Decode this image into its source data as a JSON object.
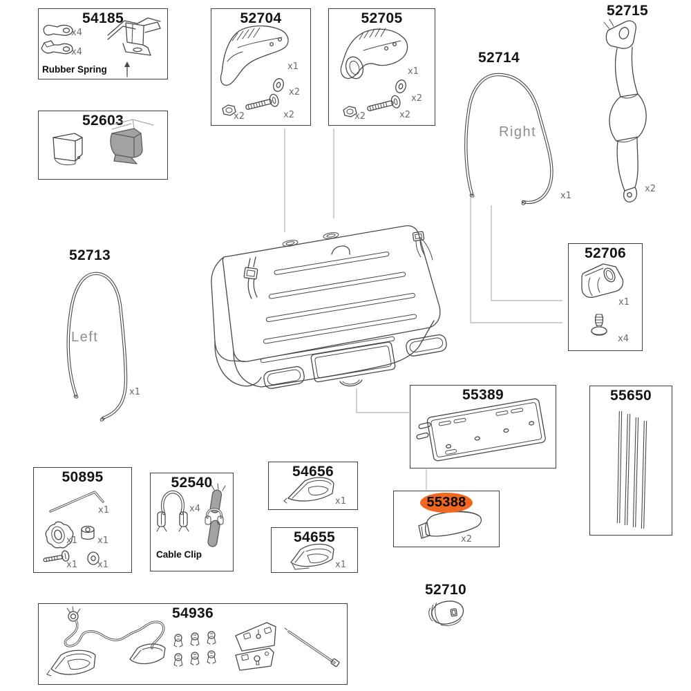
{
  "palette": {
    "highlight_orange": "#F2671F",
    "line_dark": "#474747",
    "connector_gray": "#BDBDBD",
    "qty_gray": "#6B6B6B"
  },
  "parts": {
    "p54185": {
      "number": "54185",
      "qty_a": "x4",
      "qty_b": "x4",
      "caption": "Rubber Spring"
    },
    "p52603": {
      "number": "52603"
    },
    "p52704": {
      "number": "52704",
      "qty_cover": "x1",
      "qty_washer": "x2",
      "qty_bolt": "x2",
      "qty_nut": "x2"
    },
    "p52705": {
      "number": "52705",
      "qty_cover": "x1",
      "qty_washer": "x2",
      "qty_bolt": "x2",
      "qty_nut": "x2"
    },
    "p52713": {
      "number": "52713",
      "side": "Left",
      "qty": "x1"
    },
    "p52714": {
      "number": "52714",
      "side": "Right",
      "qty": "x1"
    },
    "p52715": {
      "number": "52715",
      "qty": "x2"
    },
    "p52706": {
      "number": "52706",
      "qty_bracket": "x1",
      "qty_screw": "x4"
    },
    "p55389": {
      "number": "55389"
    },
    "p55650": {
      "number": "55650"
    },
    "p50895": {
      "number": "50895",
      "qty_hexkey": "x1",
      "qty_knob": "x1",
      "qty_spacer": "x1",
      "qty_bolt": "x1",
      "qty_washer": "x1"
    },
    "p52540": {
      "number": "52540",
      "qty_clip": "x4",
      "caption": "Cable Clip"
    },
    "p54656": {
      "number": "54656",
      "qty": "x1"
    },
    "p54655": {
      "number": "54655",
      "qty": "x1"
    },
    "p55388": {
      "number": "55388",
      "qty": "x2",
      "highlighted": true
    },
    "p52710": {
      "number": "52710"
    },
    "p54936": {
      "number": "54936"
    }
  }
}
